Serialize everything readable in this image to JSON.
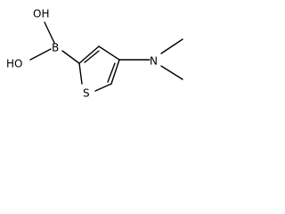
{
  "molecule": {
    "atoms": {
      "oh_top": "OH",
      "oh_left": "HO",
      "boron": "B",
      "sulfur": "S",
      "nitrogen": "N"
    }
  }
}
